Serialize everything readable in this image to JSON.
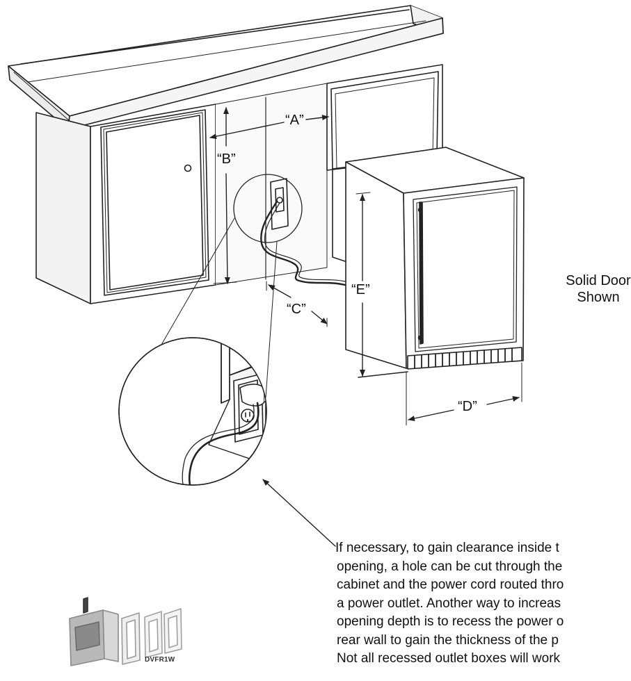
{
  "labels": {
    "a": "“A”",
    "b": "“B”",
    "c": "“C”",
    "d": "“D”",
    "e": "“E”"
  },
  "note": {
    "line1": "Solid Door",
    "line2": "Shown"
  },
  "caption_lines": [
    "If necessary, to gain clearance inside t",
    "opening, a hole can be cut through the",
    "cabinet and the power cord routed thro",
    "a power outlet. Another way to increas",
    "opening depth is to recess the power o",
    "rear wall to gain the thickness of the p",
    "Not all recessed outlet boxes will work"
  ],
  "product_code": "DVFR1W"
}
